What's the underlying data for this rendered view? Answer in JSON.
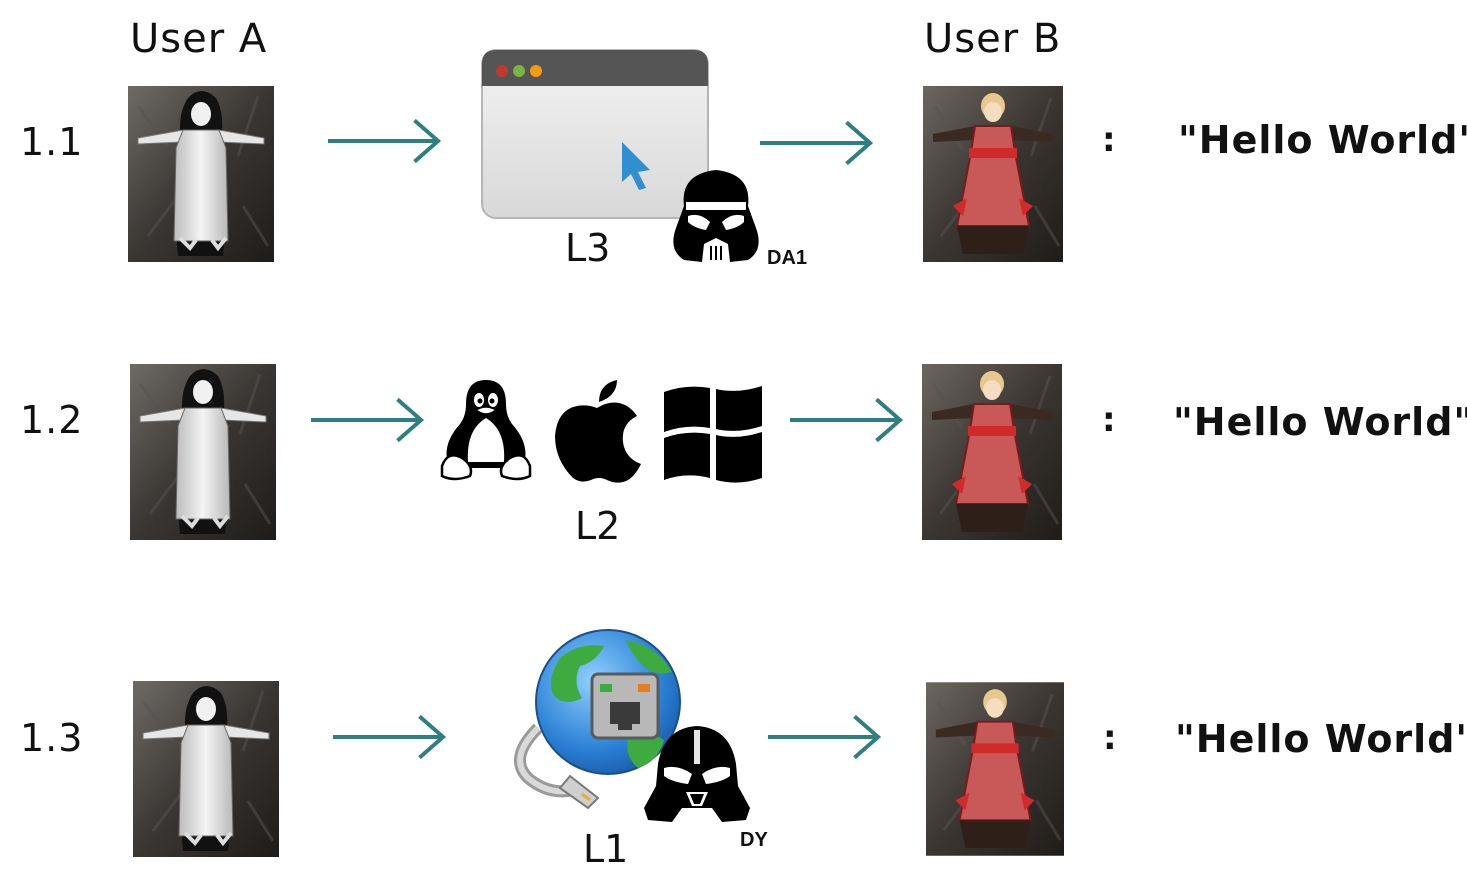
{
  "headers": {
    "user_a": "User A",
    "user_b": "User B"
  },
  "rows": [
    {
      "label": "1.1",
      "layer": "L3",
      "attacker": "DA1",
      "separator": ":",
      "message": "\"Hello World\""
    },
    {
      "label": "1.2",
      "layer": "L2",
      "separator": ":",
      "message": "\"Hello World\""
    },
    {
      "label": "1.3",
      "layer": "L1",
      "attacker": "DY",
      "separator": ":",
      "message": "\"Hello World\""
    }
  ],
  "icons": {
    "row1": [
      "user-a-portrait-icon",
      "arrow-right-icon",
      "browser-window-icon",
      "stormtrooper-helmet-icon",
      "arrow-right-icon",
      "user-b-portrait-icon"
    ],
    "row2": [
      "user-a-portrait-icon",
      "arrow-right-icon",
      "linux-tux-icon",
      "apple-logo-icon",
      "windows-logo-icon",
      "arrow-right-icon",
      "user-b-portrait-icon"
    ],
    "row3": [
      "user-a-portrait-icon",
      "arrow-right-icon",
      "network-globe-icon",
      "darth-vader-helmet-icon",
      "arrow-right-icon",
      "user-b-portrait-icon"
    ]
  },
  "colors": {
    "arrow": "#2e8080",
    "browser_dot_red": "#c0392b",
    "browser_dot_green": "#7cb342",
    "browser_dot_orange": "#f39c12",
    "cursor": "#2f8fd0"
  }
}
